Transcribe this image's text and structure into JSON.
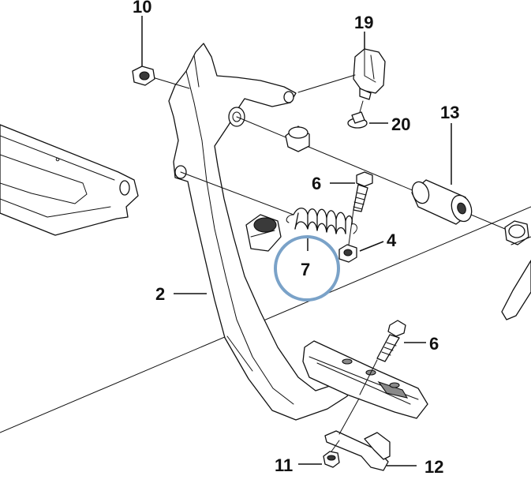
{
  "callouts": {
    "c10": "10",
    "c19": "19",
    "c20": "20",
    "c13": "13",
    "c6a": "6",
    "c4": "4",
    "c7": "7",
    "c2": "2",
    "c6b": "6",
    "c11": "11",
    "c12": "12"
  },
  "highlight": {
    "target_label": "7",
    "color": "#7aa2c8"
  }
}
